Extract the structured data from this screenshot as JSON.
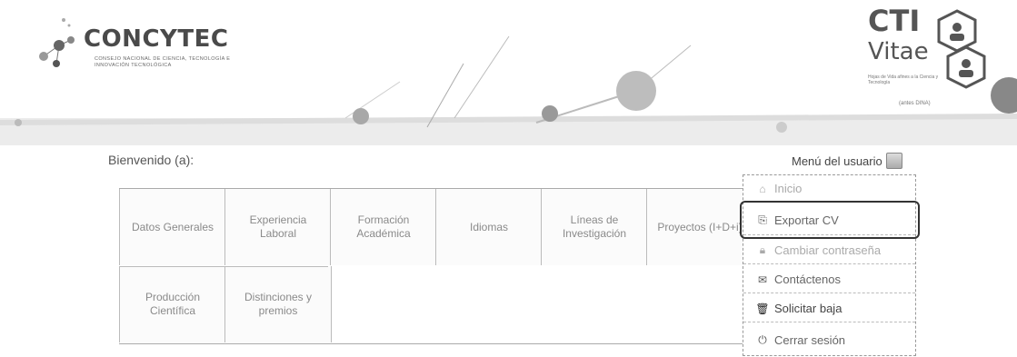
{
  "header": {
    "left_logo": {
      "brand": "CONCYTEC",
      "tagline": "CONSEJO NACIONAL DE CIENCIA, TECNOLOGÍA E INNOVACIÓN TECNOLÓGICA"
    },
    "right_logo": {
      "line1": "CTI",
      "line2": "Vitae",
      "sub": "Hojas de Vida afines a la Ciencia y Tecnología",
      "sub2": "(antes DINA)"
    }
  },
  "welcome": "Bienvenido (a):",
  "user_menu": {
    "label": "Menú del usuario",
    "items": [
      {
        "label": "Inicio",
        "icon": "home-icon"
      },
      {
        "label": "Exportar CV",
        "icon": "export-icon"
      },
      {
        "label": "Cambiar contraseña",
        "icon": "lock-icon"
      },
      {
        "label": "Contáctenos",
        "icon": "mail-icon"
      },
      {
        "label": "Solicitar baja",
        "icon": "trash-icon"
      },
      {
        "label": "Cerrar sesión",
        "icon": "power-icon"
      }
    ]
  },
  "sections": [
    {
      "label": "Datos Generales"
    },
    {
      "label": "Experiencia Laboral"
    },
    {
      "label": "Formación Académica"
    },
    {
      "label": "Idiomas"
    },
    {
      "label": "Líneas de Investigación"
    },
    {
      "label": "Proyectos (I+D+i)"
    },
    {
      "label": "Producción Científica"
    },
    {
      "label": "Distinciones y premios"
    }
  ]
}
